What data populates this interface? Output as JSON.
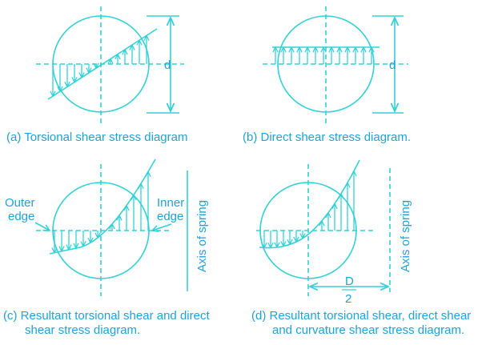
{
  "colors": {
    "line": "#33d1d6",
    "text": "#1fa2d6"
  },
  "labels": {
    "diameter": "d",
    "outer_edge_line1": "Outer",
    "outer_edge_line2": "edge",
    "inner_edge_line1": "Inner",
    "inner_edge_line2": "edge",
    "axis_of_spring": "Axis of spring",
    "D": "D",
    "two": "2"
  },
  "captions": {
    "a": "(a) Torsional shear stress diagram",
    "b": "(b) Direct shear stress diagram.",
    "c_line1": "(c) Resultant torsional shear and direct",
    "c_line2": "shear stress diagram.",
    "d_line1": "(d) Resultant torsional shear, direct shear",
    "d_line2": "and curvature shear stress diagram."
  }
}
